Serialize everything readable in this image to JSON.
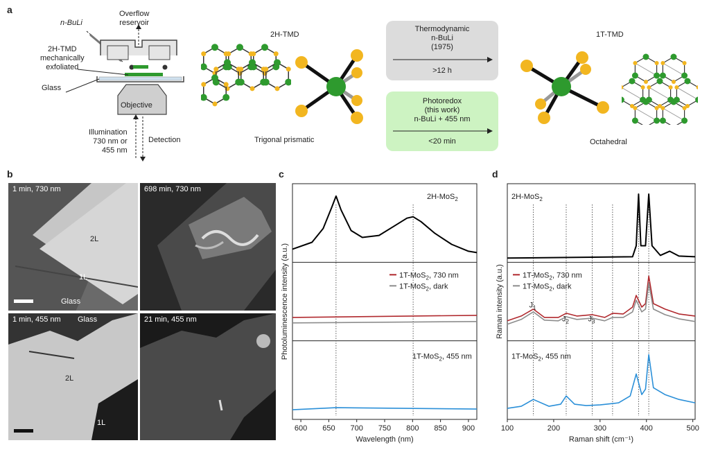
{
  "panel_a": {
    "letter": "a",
    "setup": {
      "reagent": "n-BuLi",
      "overflow": "Overflow\nreservoir",
      "sample": "2H-TMD\nmechanically\nexfoliated",
      "glass": "Glass",
      "objective": "Objective",
      "illumination": "Illumination\n730 nm or\n455 nm",
      "detection": "Detection"
    },
    "left_structure": {
      "title": "2H-TMD",
      "caption": "Trigonal prismatic"
    },
    "right_structure": {
      "title": "1T-TMD",
      "caption": "Octahedral"
    },
    "thermo": {
      "lines": "Thermodynamic\nn-BuLi\n(1975)",
      "time": ">12 h"
    },
    "photo": {
      "lines": "Photoredox\n(this work)\nn-BuLi + 455 nm",
      "time": "<20 min"
    },
    "colors": {
      "metal": "#2e9a2e",
      "chalcogen": "#f2b620",
      "grey_box": "#dcdcdc",
      "green_box": "#cdf3c2"
    }
  },
  "panel_b": {
    "letter": "b",
    "tiles": [
      {
        "tag": "1 min, 730 nm",
        "labels": [
          "2L",
          "1L",
          "Glass"
        ]
      },
      {
        "tag": "698 min, 730 nm",
        "labels": []
      },
      {
        "tag": "1 min, 455 nm",
        "labels": [
          "Glass",
          "2L",
          "1L"
        ]
      },
      {
        "tag": "21 min, 455 nm",
        "labels": []
      }
    ]
  },
  "panel_c": {
    "letter": "c",
    "ylabel": "Photoluminescence intensity (a.u.)",
    "xlabel": "Wavelength (nm)",
    "xticks": [
      "600",
      "650",
      "700",
      "750",
      "800",
      "850",
      "900"
    ],
    "sub_titles": [
      "2H-MoS2",
      "",
      "1T-MoS2, 455 nm"
    ],
    "legend": [
      "1T-MoS2, 730 nm",
      "1T-MoS2, dark"
    ]
  },
  "panel_d": {
    "letter": "d",
    "ylabel": "Raman intensity (a.u.)",
    "xlabel": "Raman shift (cm⁻¹)",
    "xticks": [
      "100",
      "200",
      "300",
      "400",
      "500"
    ],
    "sub_titles": [
      "2H-MoS2",
      "",
      "1T-MoS2, 455 nm"
    ],
    "legend": [
      "1T-MoS2, 730 nm",
      "1T-MoS2, dark"
    ],
    "peaks": [
      "J1",
      "J2",
      "J3"
    ]
  },
  "chart_data": [
    {
      "type": "line",
      "xlabel": "Wavelength (nm)",
      "ylabel": "Photoluminescence intensity (a.u.)",
      "xlim": [
        585,
        915
      ],
      "vlines": [
        663,
        801
      ],
      "series": [
        {
          "name": "2H-MoS2",
          "color": "#000000",
          "x": [
            585,
            620,
            640,
            655,
            663,
            672,
            690,
            710,
            740,
            770,
            790,
            801,
            815,
            840,
            870,
            900,
            915
          ],
          "y": [
            0.15,
            0.25,
            0.45,
            0.75,
            0.92,
            0.72,
            0.42,
            0.32,
            0.35,
            0.5,
            0.6,
            0.62,
            0.55,
            0.38,
            0.22,
            0.12,
            0.1
          ]
        },
        {
          "name": "1T-MoS2, 730 nm",
          "color": "#b0282d",
          "x": [
            585,
            915
          ],
          "y": [
            0.3,
            0.33
          ]
        },
        {
          "name": "1T-MoS2, dark",
          "color": "#8c8c8c",
          "x": [
            585,
            915
          ],
          "y": [
            0.22,
            0.24
          ]
        },
        {
          "name": "1T-MoS2, 455 nm",
          "color": "#2a8fd8",
          "x": [
            585,
            663,
            915
          ],
          "y": [
            0.1,
            0.13,
            0.11
          ]
        }
      ]
    },
    {
      "type": "line",
      "xlabel": "Raman shift (cm⁻¹)",
      "ylabel": "Raman intensity (a.u.)",
      "xlim": [
        100,
        505
      ],
      "vlines": [
        156,
        227,
        283,
        327,
        383,
        405
      ],
      "series": [
        {
          "name": "2H-MoS2",
          "color": "#000000",
          "x": [
            100,
            370,
            378,
            383,
            388,
            398,
            405,
            412,
            430,
            450,
            470,
            505
          ],
          "y": [
            0.02,
            0.04,
            0.2,
            0.95,
            0.2,
            0.2,
            0.95,
            0.2,
            0.06,
            0.12,
            0.05,
            0.04
          ]
        },
        {
          "name": "1T-MoS2, 730 nm",
          "color": "#b0282d",
          "x": [
            100,
            130,
            156,
            180,
            210,
            227,
            250,
            283,
            310,
            327,
            350,
            370,
            378,
            390,
            398,
            405,
            415,
            440,
            470,
            505
          ],
          "y": [
            0.25,
            0.32,
            0.42,
            0.3,
            0.3,
            0.36,
            0.32,
            0.34,
            0.3,
            0.36,
            0.35,
            0.45,
            0.62,
            0.45,
            0.5,
            0.9,
            0.5,
            0.42,
            0.35,
            0.32
          ]
        },
        {
          "name": "1T-MoS2, dark",
          "color": "#8c8c8c",
          "x": [
            100,
            130,
            156,
            180,
            210,
            227,
            250,
            283,
            310,
            327,
            350,
            370,
            378,
            390,
            398,
            405,
            415,
            440,
            470,
            505
          ],
          "y": [
            0.2,
            0.27,
            0.38,
            0.26,
            0.25,
            0.31,
            0.27,
            0.29,
            0.25,
            0.3,
            0.3,
            0.38,
            0.55,
            0.38,
            0.42,
            0.8,
            0.42,
            0.34,
            0.28,
            0.24
          ]
        },
        {
          "name": "1T-MoS2, 455 nm",
          "color": "#2a8fd8",
          "x": [
            100,
            130,
            156,
            190,
            215,
            227,
            245,
            270,
            300,
            340,
            365,
            378,
            390,
            398,
            405,
            415,
            440,
            470,
            505
          ],
          "y": [
            0.12,
            0.15,
            0.25,
            0.15,
            0.18,
            0.3,
            0.18,
            0.16,
            0.17,
            0.2,
            0.3,
            0.62,
            0.32,
            0.4,
            0.9,
            0.42,
            0.32,
            0.25,
            0.2
          ]
        }
      ]
    }
  ]
}
